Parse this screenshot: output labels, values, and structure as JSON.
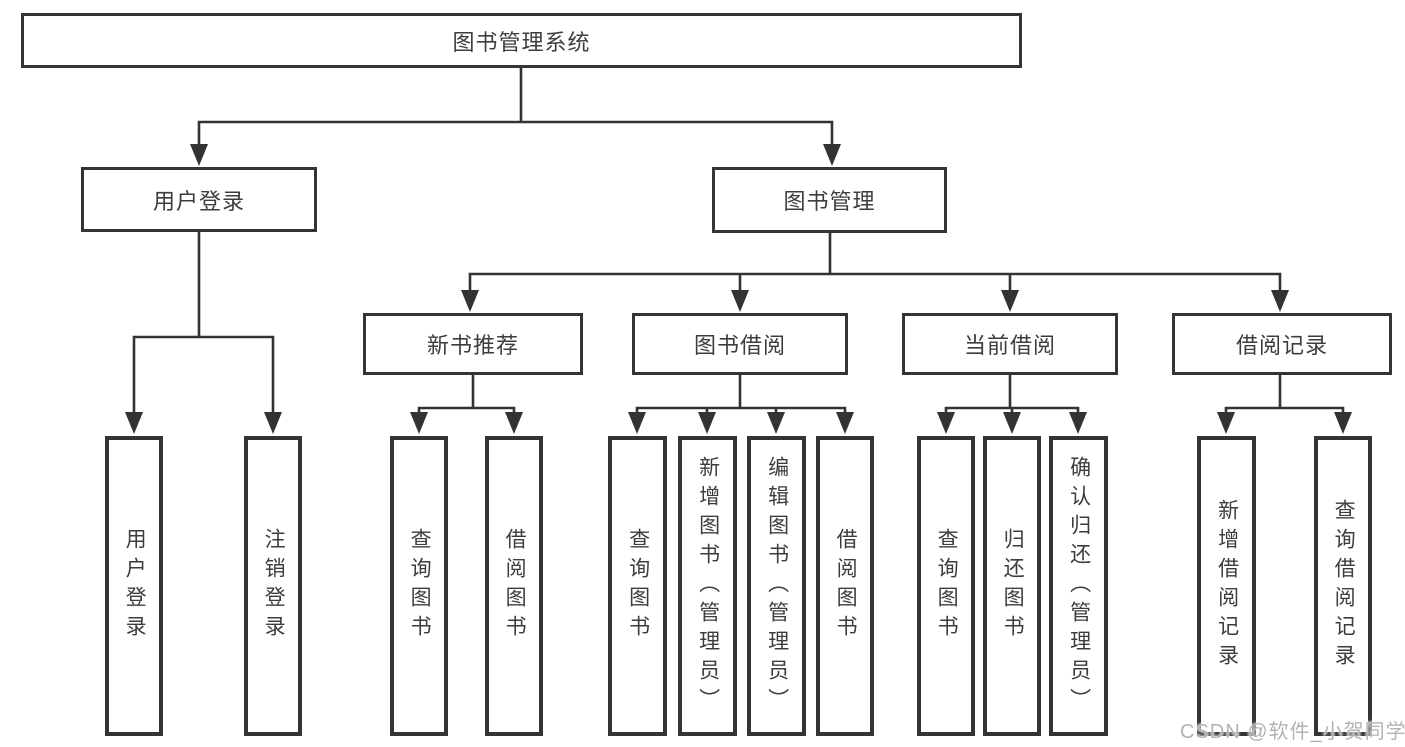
{
  "diagram": {
    "root": "图书管理系统",
    "branches": [
      {
        "label": "用户登录",
        "leaves": [
          "用户登录",
          "注销登录"
        ]
      },
      {
        "label": "图书管理",
        "sections": [
          {
            "label": "新书推荐",
            "leaves": [
              "查询图书",
              "借阅图书"
            ]
          },
          {
            "label": "图书借阅",
            "leaves": [
              "查询图书",
              "新增图书（管理员）",
              "编辑图书（管理员）",
              "借阅图书"
            ]
          },
          {
            "label": "当前借阅",
            "leaves": [
              "查询图书",
              "归还图书",
              "确认归还（管理员）"
            ]
          },
          {
            "label": "借阅记录",
            "leaves": [
              "新增借阅记录",
              "查询借阅记录"
            ]
          }
        ]
      }
    ],
    "watermark": "CSDN @软件_小贺同学",
    "colors": {
      "line": "#333333",
      "box_border": "#343434",
      "text": "#3d3d3d",
      "watermark": "#b3b3b3",
      "background": "#ffffff"
    }
  }
}
